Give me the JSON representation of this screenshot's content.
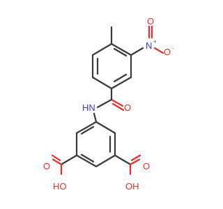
{
  "molecule": {
    "atom_labels": {
      "nitro_n": "N",
      "nitro_plus": "+",
      "nitro_o_single": "O",
      "nitro_minus": "-",
      "nitro_o_double": "O",
      "amide_o": "O",
      "amide_nh": "HN",
      "acid_left_oh": "HO",
      "acid_left_o": "O",
      "acid_right_oh": "OH",
      "acid_right_o": "O"
    },
    "colors": {
      "carbon_bond": "#3a3a3a",
      "oxygen": "#e8302a",
      "nitrogen": "#3a3ad6",
      "background": "#ffffff"
    }
  }
}
